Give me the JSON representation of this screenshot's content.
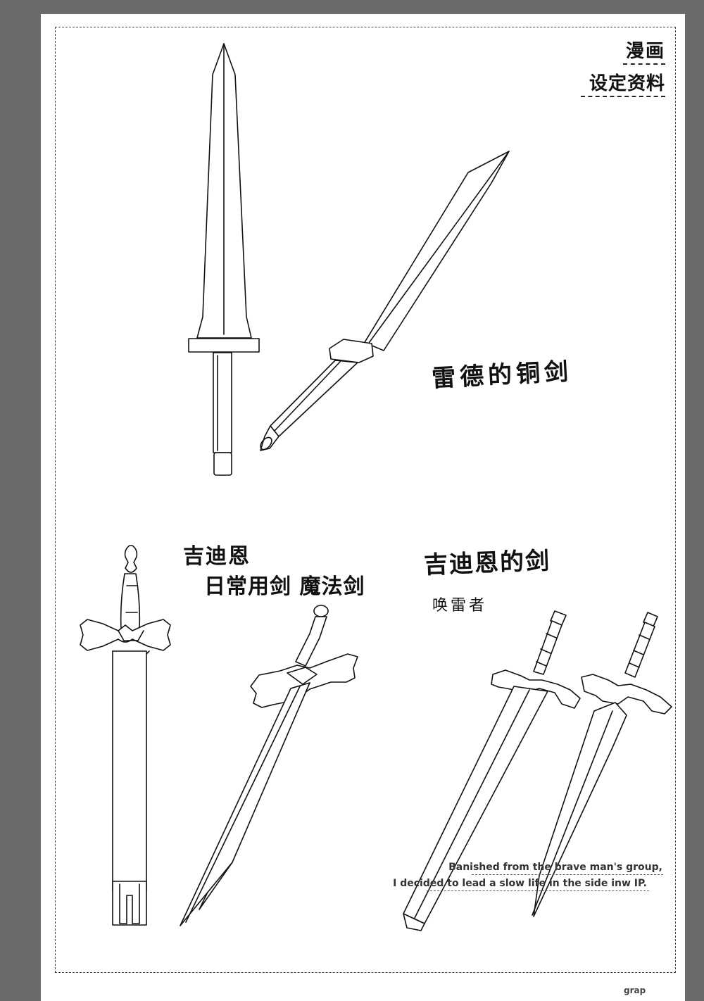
{
  "corner": {
    "line1": "漫画",
    "line2": "设定资料"
  },
  "sections": {
    "rade_sword": {
      "title": "雷德的铜剑"
    },
    "gideon_daily": {
      "line1": "吉迪恩",
      "line2": "日常用剑 魔法剑"
    },
    "gideon_sword": {
      "title": "吉迪恩的剑",
      "subtitle": "唤雷者"
    }
  },
  "footer": {
    "line1": "Banished from the brave man's group,",
    "line2": "I decided to lead a slow life in the side inw IP.",
    "bottom_fragment": "grap"
  }
}
